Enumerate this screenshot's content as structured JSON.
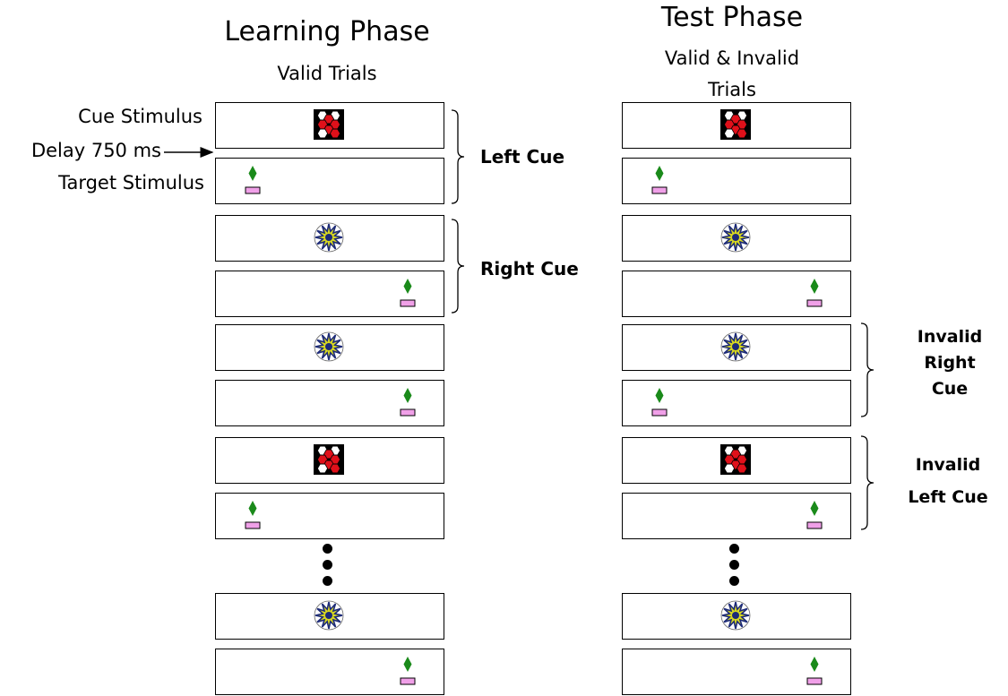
{
  "left_panel": {
    "title": "Learning Phase",
    "subtitle": "Valid Trials"
  },
  "right_panel": {
    "title": "Test Phase",
    "subtitle_line1": "Valid & Invalid",
    "subtitle_line2": "Trials"
  },
  "side_labels": {
    "cue_stimulus": "Cue Stimulus",
    "delay": "Delay 750 ms",
    "target_stimulus": "Target Stimulus"
  },
  "cue_labels": {
    "left_cue": "Left Cue",
    "right_cue": "Right Cue",
    "invalid_right_1": "Invalid",
    "invalid_right_2": "Right",
    "invalid_right_3": "Cue",
    "invalid_left_1": "Invalid",
    "invalid_left_2": "Left Cue"
  },
  "colors": {
    "cue_red": "#e0101a",
    "target_diamond": "#1a8a1a",
    "target_bar": "#f0a0e8",
    "star_yellow": "#d8d820",
    "star_blue": "#1c2a78"
  },
  "learning_trials": [
    {
      "cue": "hexagon-cue",
      "target_side": "left"
    },
    {
      "cue": "star-cue",
      "target_side": "right"
    },
    {
      "cue": "star-cue",
      "target_side": "right"
    },
    {
      "cue": "hexagon-cue",
      "target_side": "left"
    },
    {
      "cue": "star-cue",
      "target_side": "right"
    }
  ],
  "test_trials": [
    {
      "cue": "hexagon-cue",
      "target_side": "left"
    },
    {
      "cue": "star-cue",
      "target_side": "right"
    },
    {
      "cue": "star-cue",
      "target_side": "left"
    },
    {
      "cue": "hexagon-cue",
      "target_side": "right"
    },
    {
      "cue": "star-cue",
      "target_side": "right"
    }
  ]
}
